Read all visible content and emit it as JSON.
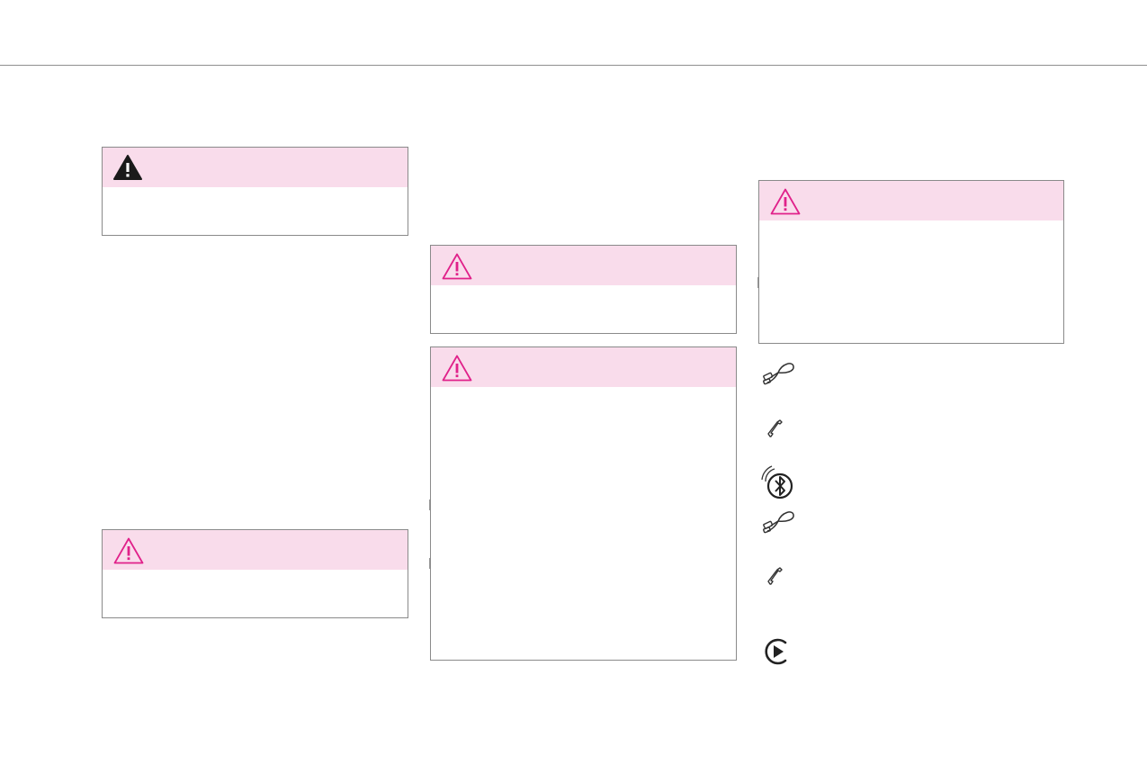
{
  "page": {
    "background": "#ffffff",
    "rule_color": "#8f8f8f"
  },
  "colors": {
    "warning_header_bg": "#f9dceb",
    "warning_icon_outline": "#e0218a",
    "warning_icon_filled": "#1a1a1a",
    "box_border": "#8a8a8a"
  },
  "warning_boxes": [
    {
      "id": "warning-box-1",
      "icon": "warning-filled-icon",
      "text": ""
    },
    {
      "id": "warning-box-2",
      "icon": "warning-outline-icon",
      "text": ""
    },
    {
      "id": "warning-box-3",
      "icon": "warning-outline-icon",
      "text": ""
    },
    {
      "id": "warning-box-4",
      "icon": "warning-outline-icon",
      "text": ""
    },
    {
      "id": "warning-box-5",
      "icon": "warning-outline-icon",
      "text": ""
    }
  ],
  "feature_icons": [
    "usb-cable-icon",
    "phone-handset-icon",
    "bluetooth-icon",
    "usb-cable-icon",
    "phone-handset-icon",
    "play-icon"
  ]
}
